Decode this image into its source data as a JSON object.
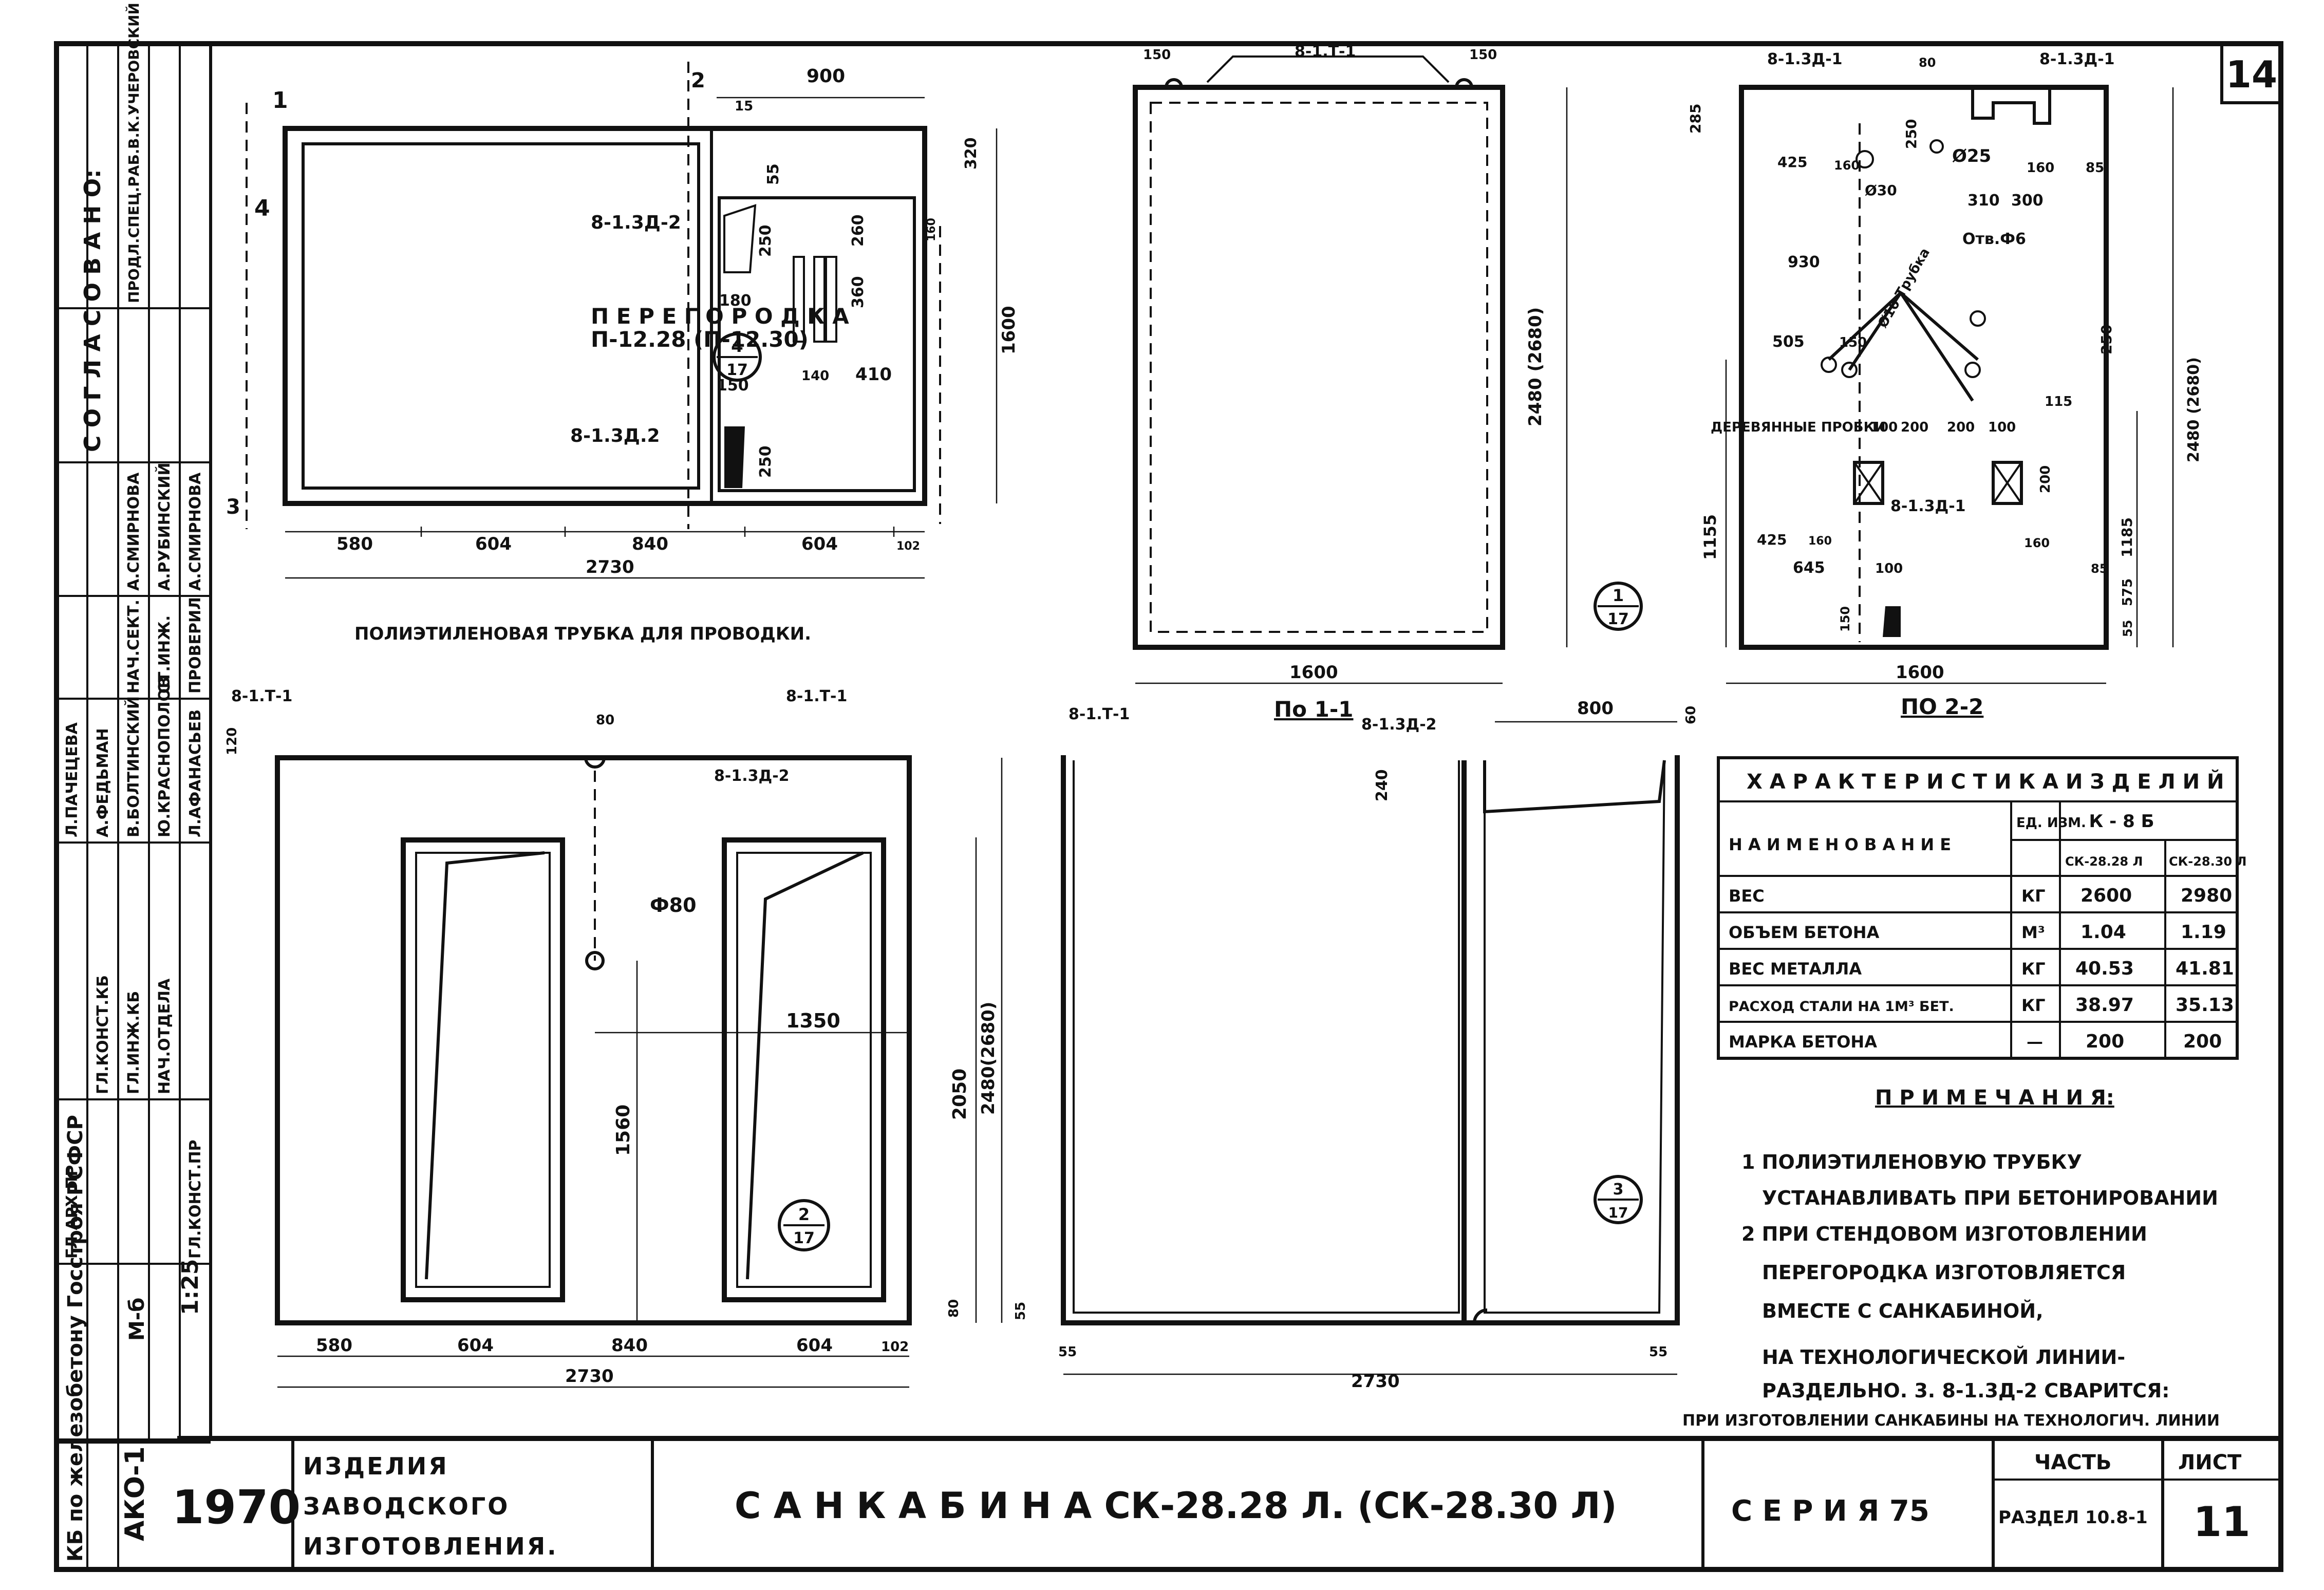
{
  "sheet_number": "14",
  "approval": {
    "title": "С О Г Л А С О В А Н О:",
    "rows": [
      {
        "role": "ГЛ.ИНЖ.КБ",
        "name": "В.БОЛТИНСКИЙ"
      },
      {
        "role": "ГЛ.КОНСТ.КБ",
        "name": "А.ФЕДЬМАН"
      },
      {
        "role": "НАЧ.ОТДЕЛА",
        "name": "Ю.КРАСНОПОЛОВ"
      },
      {
        "role": "ГЛ.КОНСТ.ПР",
        "name": "Л.АФАНАСЬЕВ"
      },
      {
        "role": "ГЛ.АРХ.ПР.",
        "name": "Л.ПАЧЕЦЕВА"
      },
      {
        "role": "НАЧ.СЕКТ.",
        "name": "А.СМИРНОВА"
      },
      {
        "role": "СТ.ИНЖ.",
        "name": "А.РУБИНСКИЙ"
      },
      {
        "role": "ПРОВЕРИЛ",
        "name": "А.СМИРНОВА"
      },
      {
        "role": "ПРОДЛ.СПЕЦ.РАБ.",
        "name": "В.К.УЧЕРОВСКИЙ"
      }
    ],
    "org": "КБ по железобетону Госстроя РСФСР",
    "code": "АКО-1",
    "scale_label": "М-б",
    "scale": "1:25"
  },
  "plan": {
    "labels": {
      "partition": "П Е Р Е Г О Р О Д К А",
      "partition_mark": "П-12.28 (П-12.30)",
      "part_a": "8-1.3Д-2",
      "part_b": "8-1.3Д.2",
      "ref": "4",
      "ref_sheet": "17",
      "sec1": "1",
      "sec2": "2",
      "sec3": "3",
      "sec4": "4"
    },
    "dims": [
      "900",
      "15",
      "55",
      "320",
      "250",
      "260",
      "360",
      "160",
      "180",
      "150",
      "140",
      "410",
      "250",
      "1600",
      "580",
      "604",
      "840",
      "604",
      "102",
      "2730"
    ]
  },
  "section_1_1": {
    "title": "По 1-1",
    "labels": {
      "top": "8-1.Т-1",
      "left": "150",
      "right": "150"
    },
    "dims": [
      "2480 (2680)",
      "1600"
    ]
  },
  "section_2_2": {
    "title": "ПО 2-2",
    "labels": {
      "a": "8-1.3Д-1",
      "b": "8-1.3Д-1",
      "c": "8-1.3Д-1",
      "holes": "ДЕРЕВЯННЫЕ ПРОБКИ",
      "d25": "Ø25",
      "d30": "Ø30",
      "d6": "Отв.Ф6",
      "tube": "Ø10 Трубка",
      "ref": "1",
      "ref_sheet": "17"
    },
    "dims": [
      "80",
      "285",
      "425",
      "160",
      "250",
      "160",
      "85",
      "310",
      "300",
      "930",
      "505",
      "150",
      "250",
      "115",
      "100",
      "200",
      "200",
      "100",
      "1155",
      "200",
      "425",
      "160",
      "645",
      "100",
      "150",
      "160",
      "85",
      "1185",
      "575",
      "55",
      "2480 (2680)",
      "1600"
    ]
  },
  "elevation": {
    "labels": {
      "tube": "ПОЛИЭТИЛЕНОВАЯ ТРУБКА ДЛЯ ПРОВОДКИ.",
      "t1": "8-1.Т-1",
      "t2": "8-1.Т-1",
      "zd": "8-1.3Д-2",
      "phi80": "Ф80",
      "ref": "2",
      "ref_sheet": "17"
    },
    "dims": [
      "80",
      "120",
      "1350",
      "1560",
      "2050",
      "2480(2680)",
      "80",
      "55",
      "580",
      "604",
      "840",
      "604",
      "102",
      "2730"
    ]
  },
  "section_3_3": {
    "labels": {
      "t1": "8-1.Т-1",
      "zd": "8-1.3Д-2",
      "ref": "3",
      "ref_sheet": "17"
    },
    "dims": [
      "800",
      "240",
      "60",
      "55",
      "55",
      "2730"
    ]
  },
  "characteristics": {
    "title": "Х А Р А К Т Е Р И С Т И К А   И З Д Е Л И Й",
    "header": {
      "name": "Н А И М Е Н О В А Н И Е",
      "unit": "ЕД. ИЗМ.",
      "group": "К - 8 Б",
      "col1": "СК-28.28 Л",
      "col2": "СК-28.30 Л"
    },
    "rows": [
      {
        "name": "ВЕС",
        "unit": "КГ",
        "v1": "2600",
        "v2": "2980"
      },
      {
        "name": "ОБЪЕМ БЕТОНА",
        "unit": "М³",
        "v1": "1.04",
        "v2": "1.19"
      },
      {
        "name": "ВЕС МЕТАЛЛА",
        "unit": "КГ",
        "v1": "40.53",
        "v2": "41.81"
      },
      {
        "name": "РАСХОД СТАЛИ НА 1М³ БЕТ.",
        "unit": "КГ",
        "v1": "38.97",
        "v2": "35.13"
      },
      {
        "name": "МАРКА БЕТОНА",
        "unit": "—",
        "v1": "200",
        "v2": "200"
      }
    ]
  },
  "notes": {
    "title": "П Р И М Е Ч А Н И Я:",
    "lines": [
      "1 ПОЛИЭТИЛЕНОВУЮ ТРУБКУ",
      "УСТАНАВЛИВАТЬ ПРИ БЕТОНИРОВАНИИ",
      "2 ПРИ СТЕНДОВОМ ИЗГОТОВЛЕНИИ",
      "ПЕРЕГОРОДКА ИЗГОТОВЛЯЕТСЯ",
      "ВМЕСТЕ С САНКАБИНОЙ,",
      "НА ТЕХНОЛОГИЧЕСКОЙ ЛИНИИ-",
      "РАЗДЕЛЬНО. 3. 8-1.3Д-2 СВАРИТСЯ:",
      "ПРИ ИЗГОТОВЛЕНИИ САНКАБИНЫ НА ТЕХНОЛОГИЧ. ЛИНИИ"
    ]
  },
  "title_block": {
    "year": "1970",
    "category": "ИЗДЕЛИЯ ЗАВОДСКОГО ИЗГОТОВЛЕНИЯ.",
    "title": "С А Н К А Б И Н А   СК-28.28 Л. (СК-28.30 Л)",
    "series": "С Е Р И Я  75",
    "part_label": "ЧАСТЬ",
    "section": "РАЗДЕЛ 10.8-1",
    "sheet_label": "ЛИСТ",
    "sheet": "11"
  }
}
